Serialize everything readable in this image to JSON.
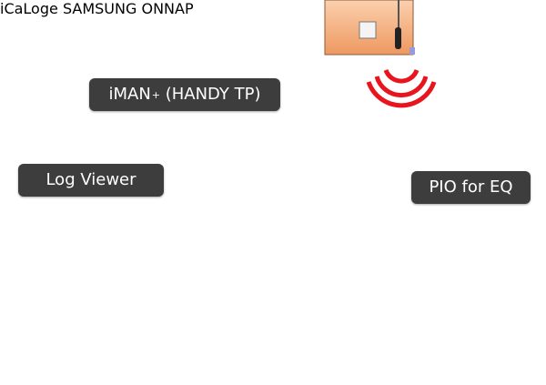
{
  "labels": {
    "iman_main": "iMAN",
    "iman_sup": "+",
    "iman_rest": " (HANDY TP)",
    "log_viewer": "Log Viewer",
    "pio_for_eq": "PIO for EQ"
  },
  "colors": {
    "callout_bg": "#3d3d3d",
    "signal_red": "#e8141e",
    "signal_magenta": "#e020d0",
    "signal_pink": "#f4b8ee",
    "signal_blue": "#1434c8",
    "equipment_orange": "#f0a26c",
    "equipment_green": "#d4e4b8"
  },
  "icons": {
    "wireless_signal": "wifi-arcs",
    "laptop": "laptop",
    "handheld_terminal": "handy-terminal",
    "pio_module": "pio-board",
    "pio_sensor": "pio-sensor"
  }
}
